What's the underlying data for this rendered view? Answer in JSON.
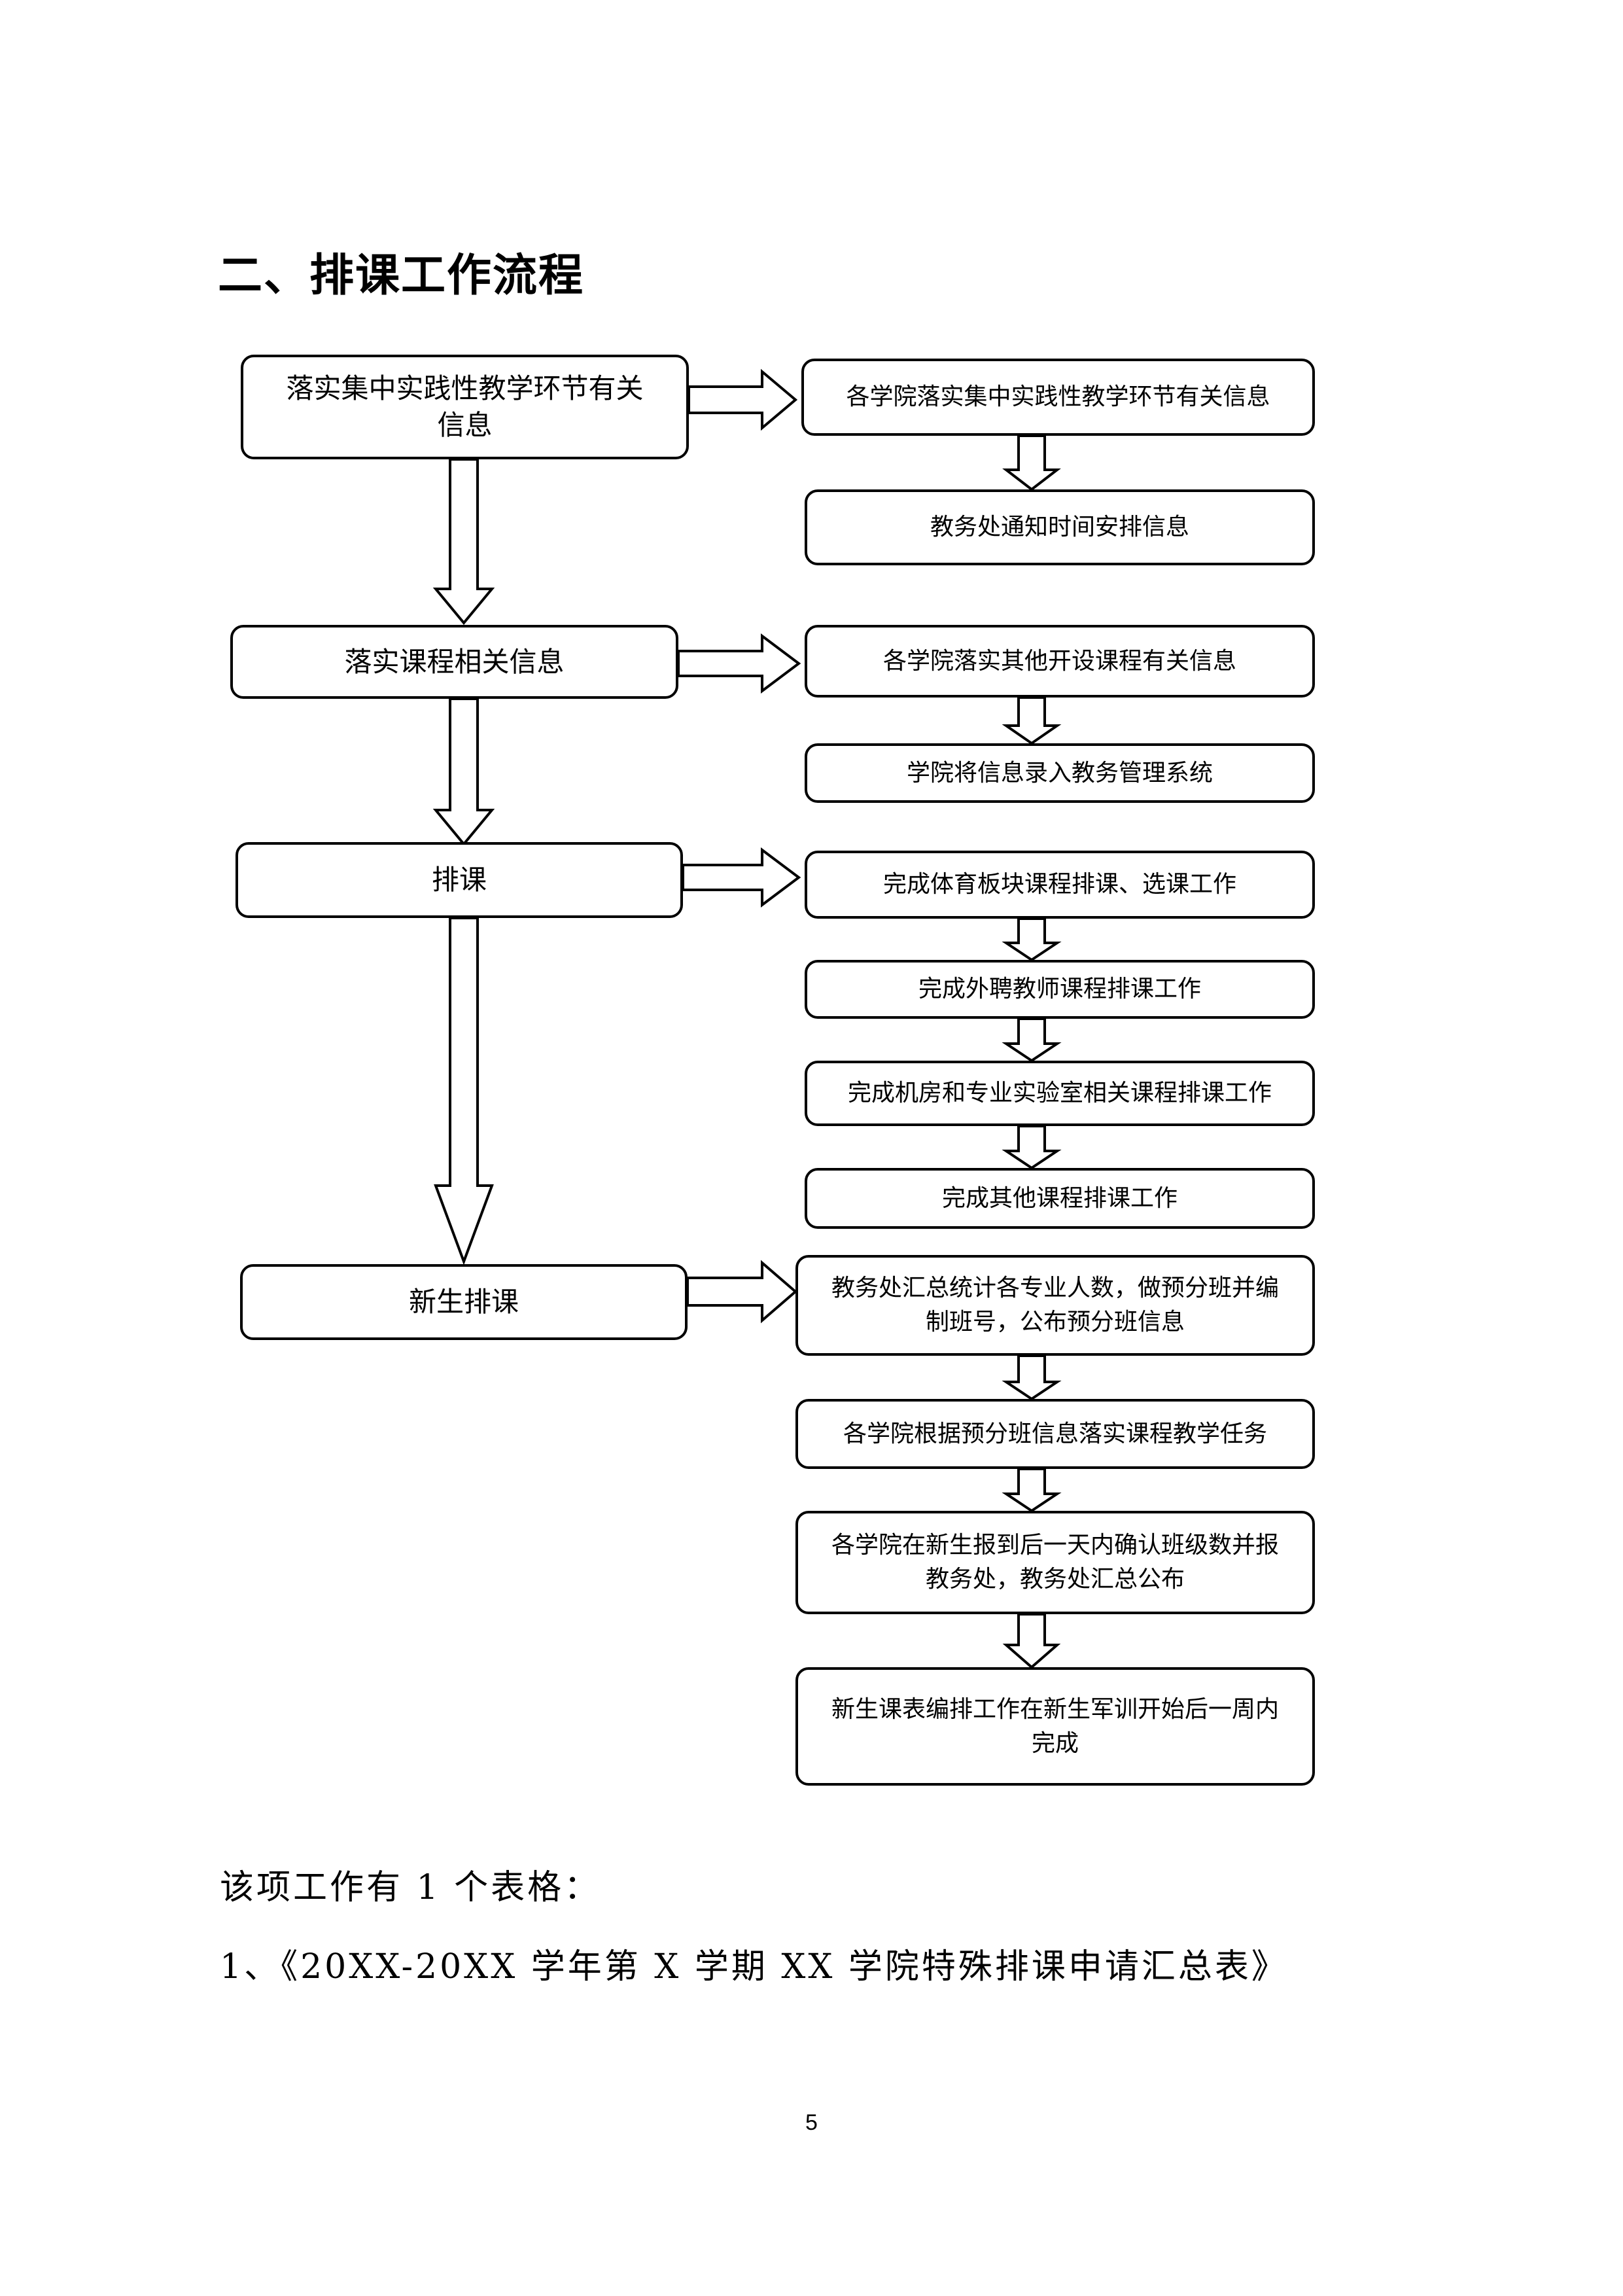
{
  "heading": "二、排课工作流程",
  "flowchart": {
    "main_steps": [
      {
        "text": "落实集中实践性教学环节有关信息"
      },
      {
        "text": "落实课程相关信息"
      },
      {
        "text": "排课"
      },
      {
        "text": "新生排课"
      }
    ],
    "sub_steps": [
      {
        "group": 1,
        "text": "各学院落实集中实践性教学环节有关信息"
      },
      {
        "group": 1,
        "text": "教务处通知时间安排信息"
      },
      {
        "group": 2,
        "text": "各学院落实其他开设课程有关信息"
      },
      {
        "group": 2,
        "text": "学院将信息录入教务管理系统"
      },
      {
        "group": 3,
        "text": "完成体育板块课程排课、选课工作"
      },
      {
        "group": 3,
        "text": "完成外聘教师课程排课工作"
      },
      {
        "group": 3,
        "text": "完成机房和专业实验室相关课程排课工作"
      },
      {
        "group": 3,
        "text": "完成其他课程排课工作"
      },
      {
        "group": 4,
        "text": "教务处汇总统计各专业人数，做预分班并编制班号，公布预分班信息"
      },
      {
        "group": 4,
        "text": "各学院根据预分班信息落实课程教学任务"
      },
      {
        "group": 4,
        "text": "各学院在新生报到后一天内确认班级数并报教务处，教务处汇总公布"
      },
      {
        "group": 4,
        "text": "新生课表编排工作在新生军训开始后一周内完成"
      }
    ]
  },
  "note": {
    "intro": "该项工作有 1 个表格：",
    "items": [
      "1、《20XX-20XX 学年第 X 学期 XX 学院特殊排课申请汇总表》"
    ]
  },
  "page_number": "5"
}
